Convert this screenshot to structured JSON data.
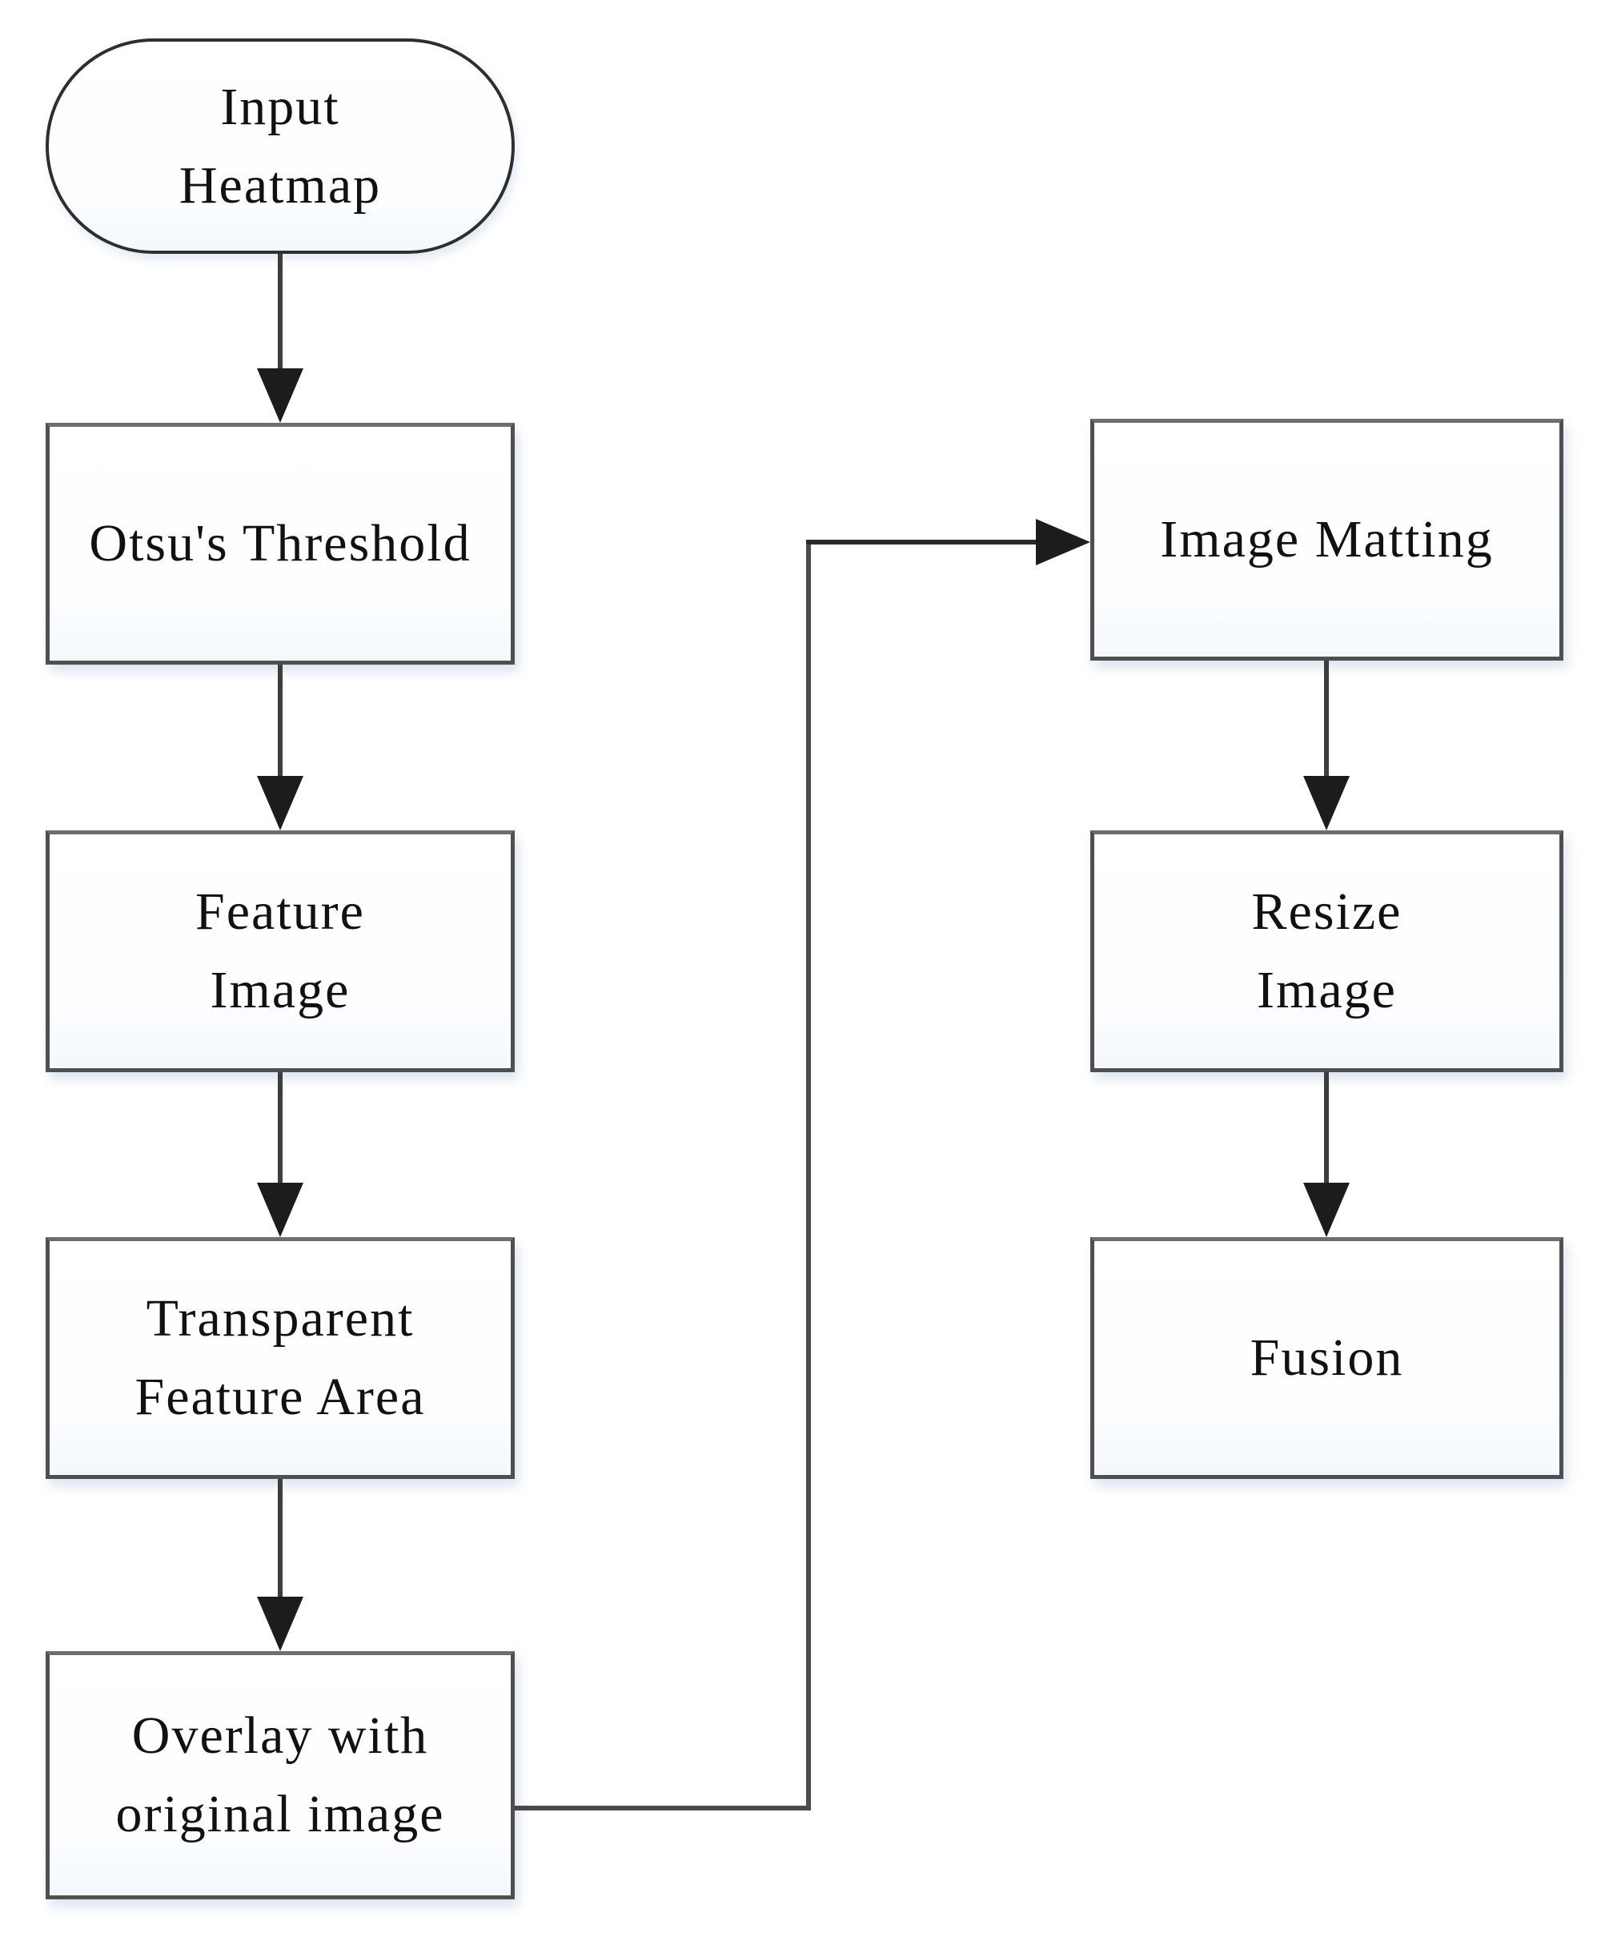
{
  "diagram": {
    "type": "flowchart",
    "colors": {
      "background": "#ffffff",
      "box_border": "#4f4f4f",
      "stadium_border": "#2e2e2e",
      "arrow": "#1c1c1c",
      "text": "#111111"
    },
    "nodes": [
      {
        "id": "input-heatmap",
        "shape": "stadium",
        "lines": [
          "Input",
          "Heatmap"
        ]
      },
      {
        "id": "otsus-threshold",
        "shape": "rectangle",
        "lines": [
          "Otsu's Threshold"
        ]
      },
      {
        "id": "feature-image",
        "shape": "rectangle",
        "lines": [
          "Feature",
          "Image"
        ]
      },
      {
        "id": "transparent-feature-area",
        "shape": "rectangle",
        "lines": [
          "Transparent",
          "Feature Area"
        ]
      },
      {
        "id": "overlay-with-original-image",
        "shape": "rectangle",
        "lines": [
          "Overlay with",
          "original image"
        ]
      },
      {
        "id": "image-matting",
        "shape": "rectangle",
        "lines": [
          "Image Matting"
        ]
      },
      {
        "id": "resize-image",
        "shape": "rectangle",
        "lines": [
          "Resize",
          "Image"
        ]
      },
      {
        "id": "fusion",
        "shape": "rectangle",
        "lines": [
          "Fusion"
        ]
      }
    ],
    "edges": [
      {
        "from": "Input Heatmap",
        "to": "Otsu's Threshold"
      },
      {
        "from": "Otsu's Threshold",
        "to": "Feature Image"
      },
      {
        "from": "Feature Image",
        "to": "Transparent Feature Area"
      },
      {
        "from": "Transparent Feature Area",
        "to": "Overlay with original image"
      },
      {
        "from": "Overlay with original image",
        "to": "Image Matting"
      },
      {
        "from": "Image Matting",
        "to": "Resize Image"
      },
      {
        "from": "Resize Image",
        "to": "Fusion"
      }
    ]
  }
}
